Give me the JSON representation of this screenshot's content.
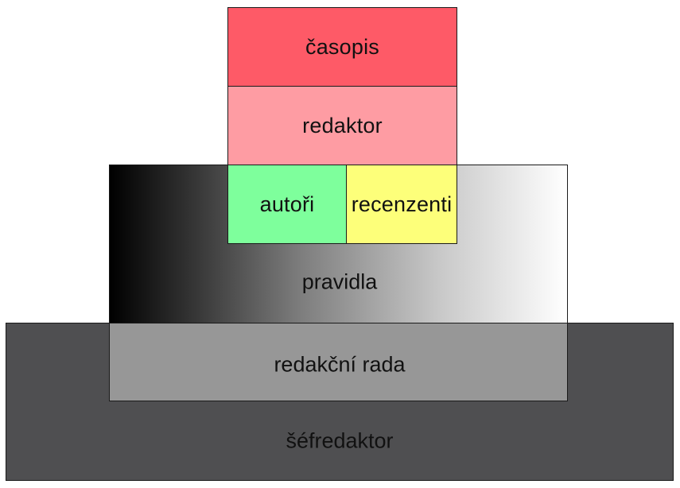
{
  "diagram": {
    "blocks": {
      "sefredaktor": {
        "label": "šéfredaktor",
        "color": "#4f4f51"
      },
      "redakcni_rada": {
        "label": "redakční rada",
        "color": "#979797"
      },
      "pravidla": {
        "label": "pravidla",
        "gradient": [
          "#000000",
          "#ffffff"
        ]
      },
      "redaktor": {
        "label": "redaktor",
        "color": "#fe9ca3"
      },
      "casopis": {
        "label": "časopis",
        "color": "#fe5a67"
      },
      "autori": {
        "label": "autoři",
        "color": "#7eff9c"
      },
      "recenzenti": {
        "label": "recenzenti",
        "color": "#fdff7a"
      }
    }
  }
}
